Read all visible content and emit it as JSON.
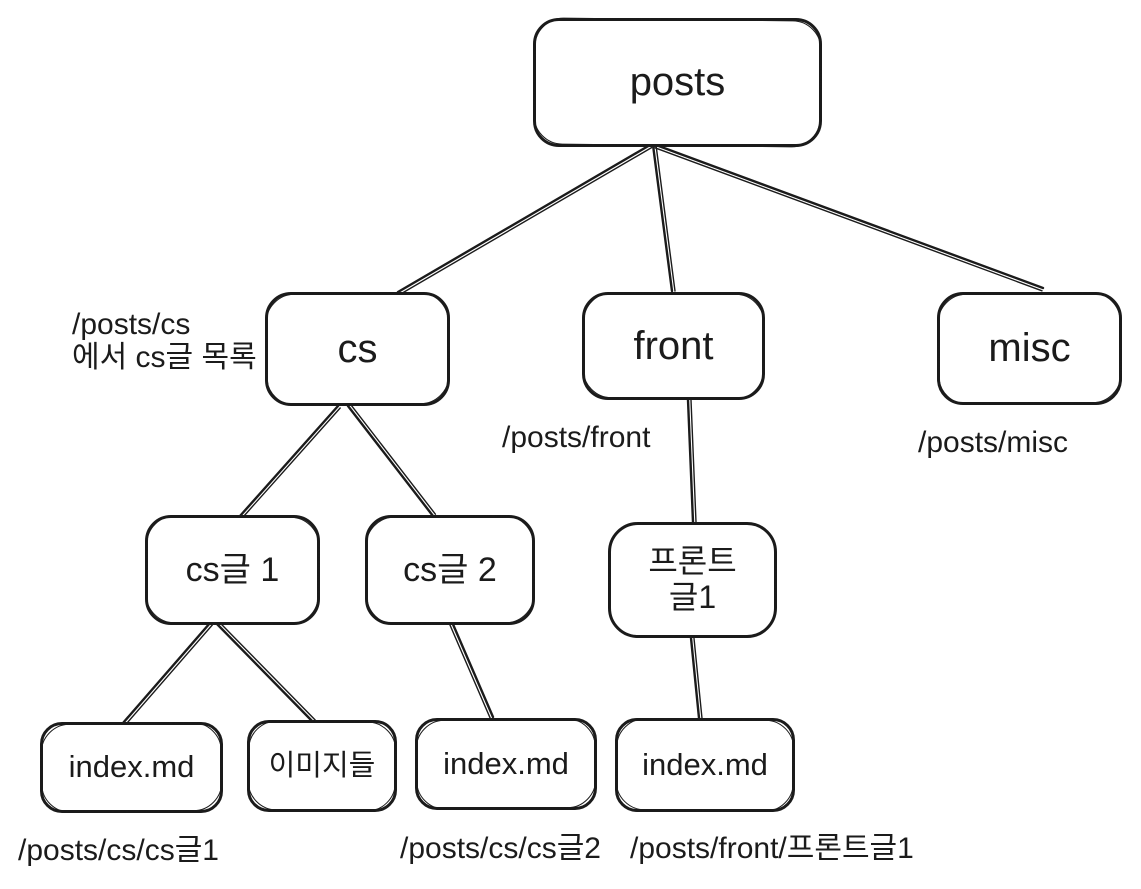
{
  "diagram": {
    "title_node": "posts",
    "stroke_color": "#1b1b1b",
    "background_color": "#ffffff"
  },
  "nodes": [
    {
      "id": "posts",
      "label": "posts"
    },
    {
      "id": "cs",
      "label": "cs"
    },
    {
      "id": "front",
      "label": "front"
    },
    {
      "id": "misc",
      "label": "misc"
    },
    {
      "id": "cs-post-1",
      "label": "cs글 1"
    },
    {
      "id": "cs-post-2",
      "label": "cs글 2"
    },
    {
      "id": "front-post-1",
      "label_line1": "프론트",
      "label_line2": "글1"
    },
    {
      "id": "index-md-cs1",
      "label": "index.md"
    },
    {
      "id": "images",
      "label": "이미지들"
    },
    {
      "id": "index-md-cs2",
      "label": "index.md"
    },
    {
      "id": "index-md-front1",
      "label": "index.md"
    }
  ],
  "annotations": {
    "cs_dir": {
      "line1": "/posts/cs",
      "line2": "에서 cs글 목록"
    },
    "front_dir": {
      "text": "/posts/front"
    },
    "misc_dir": {
      "text": "/posts/misc"
    },
    "cs1_dir": {
      "text": "/posts/cs/cs글1"
    },
    "cs2_dir": {
      "text": "/posts/cs/cs글2"
    },
    "front1_dir": {
      "text": "/posts/front/프론트글1"
    }
  }
}
